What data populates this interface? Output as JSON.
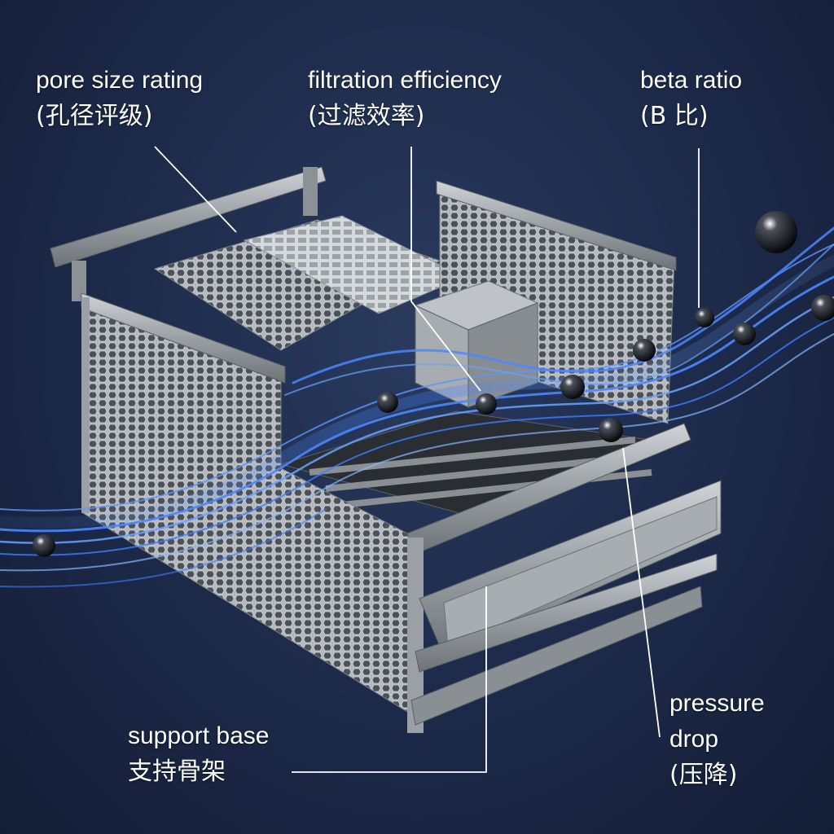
{
  "labels": {
    "pore_size": {
      "line1": "pore size rating",
      "line2": "(孔径评级)"
    },
    "filtration": {
      "line1": "filtration efficiency",
      "line2": "(过滤效率)"
    },
    "beta": {
      "line1": "beta ratio",
      "line2": "(Β 比)"
    },
    "pressure": {
      "line1": "pressure",
      "line2": "drop",
      "line3": "(压降)"
    },
    "support": {
      "line1": "support base",
      "line2": "支持骨架"
    }
  },
  "colors": {
    "background": "#1c2949",
    "flow": "#3f7dff",
    "metal": "#9aa0a6",
    "mesh": "#5c6168",
    "particle": "#0b0d12"
  }
}
